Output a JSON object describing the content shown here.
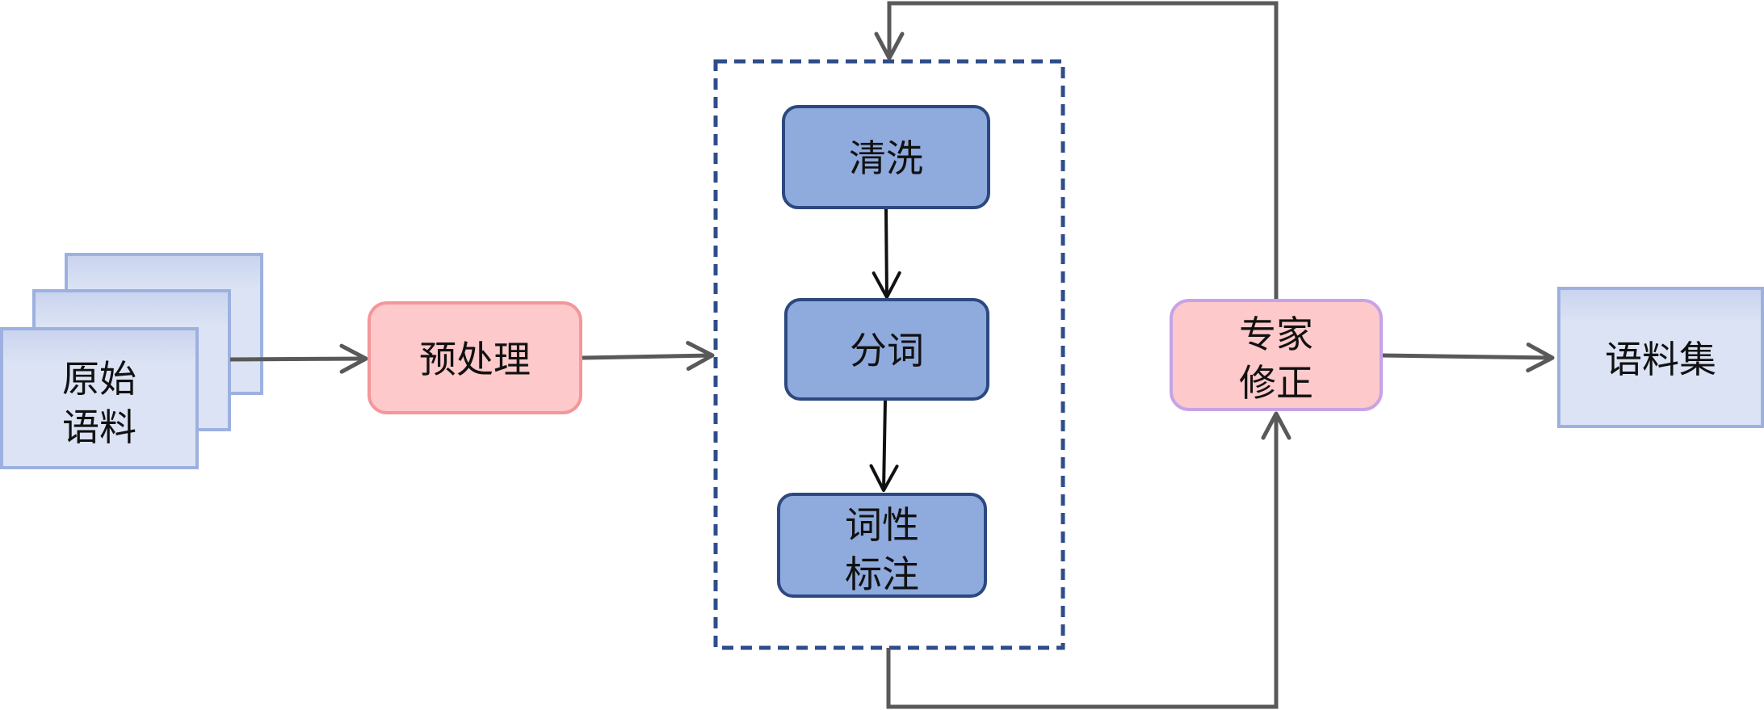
{
  "raw_corpus": {
    "line1": "原始",
    "line2": "语料"
  },
  "preprocess": {
    "label": "预处理"
  },
  "pipeline": {
    "cleaning": {
      "label": "清洗"
    },
    "segmentation": {
      "label": "分词"
    },
    "pos_tagging": {
      "line1": "词性",
      "line2": "标注"
    }
  },
  "expert_review": {
    "line1": "专家",
    "line2": "修正"
  },
  "corpus_set": {
    "label": "语料集"
  },
  "colors": {
    "raw_fill": "#dbe3f4",
    "raw_stroke": "#9db1e0",
    "pink_fill": "#fdc9cb",
    "pink_stroke": "#f3979a",
    "expert_stroke": "#c7a3e6",
    "blue_fill": "#8faadd",
    "blue_stroke": "#2c4880",
    "dashed_stroke": "#2e4d8a",
    "arrow_gray": "#595959",
    "arrow_black": "#111111"
  }
}
